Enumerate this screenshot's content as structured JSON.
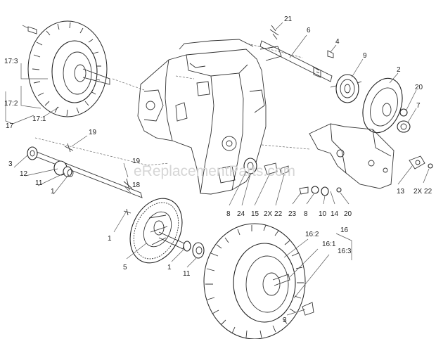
{
  "watermark": "eReplacementParts.com",
  "callouts": [
    {
      "id": "c21",
      "text": "21"
    },
    {
      "id": "c6",
      "text": "6"
    },
    {
      "id": "c4",
      "text": "4"
    },
    {
      "id": "c9",
      "text": "9"
    },
    {
      "id": "c2",
      "text": "2"
    },
    {
      "id": "c20a",
      "text": "20"
    },
    {
      "id": "c7",
      "text": "7"
    },
    {
      "id": "c17-3",
      "text": "17:3"
    },
    {
      "id": "c17-2",
      "text": "17:2"
    },
    {
      "id": "c17-1",
      "text": "17:1"
    },
    {
      "id": "c17",
      "text": "17"
    },
    {
      "id": "c19a",
      "text": "19"
    },
    {
      "id": "c19b",
      "text": "19"
    },
    {
      "id": "c18",
      "text": "18"
    },
    {
      "id": "c3a",
      "text": "3"
    },
    {
      "id": "c12",
      "text": "12"
    },
    {
      "id": "c11a",
      "text": "11"
    },
    {
      "id": "c1a",
      "text": "1"
    },
    {
      "id": "c1b",
      "text": "1"
    },
    {
      "id": "c5",
      "text": "5"
    },
    {
      "id": "c1c",
      "text": "1"
    },
    {
      "id": "c11b",
      "text": "11"
    },
    {
      "id": "c8a",
      "text": "8"
    },
    {
      "id": "c24",
      "text": "24"
    },
    {
      "id": "c15",
      "text": "15"
    },
    {
      "id": "c2x22a",
      "text": "2X 22"
    },
    {
      "id": "c23",
      "text": "23"
    },
    {
      "id": "c8b",
      "text": "8"
    },
    {
      "id": "c10",
      "text": "10"
    },
    {
      "id": "c14",
      "text": "14"
    },
    {
      "id": "c20b",
      "text": "20"
    },
    {
      "id": "c13",
      "text": "13"
    },
    {
      "id": "c2x22b",
      "text": "2X 22"
    },
    {
      "id": "c16",
      "text": "16"
    },
    {
      "id": "c16-2",
      "text": "16:2"
    },
    {
      "id": "c16-1",
      "text": "16:1"
    },
    {
      "id": "c16-3",
      "text": "16:3"
    },
    {
      "id": "c3b",
      "text": "3"
    }
  ]
}
